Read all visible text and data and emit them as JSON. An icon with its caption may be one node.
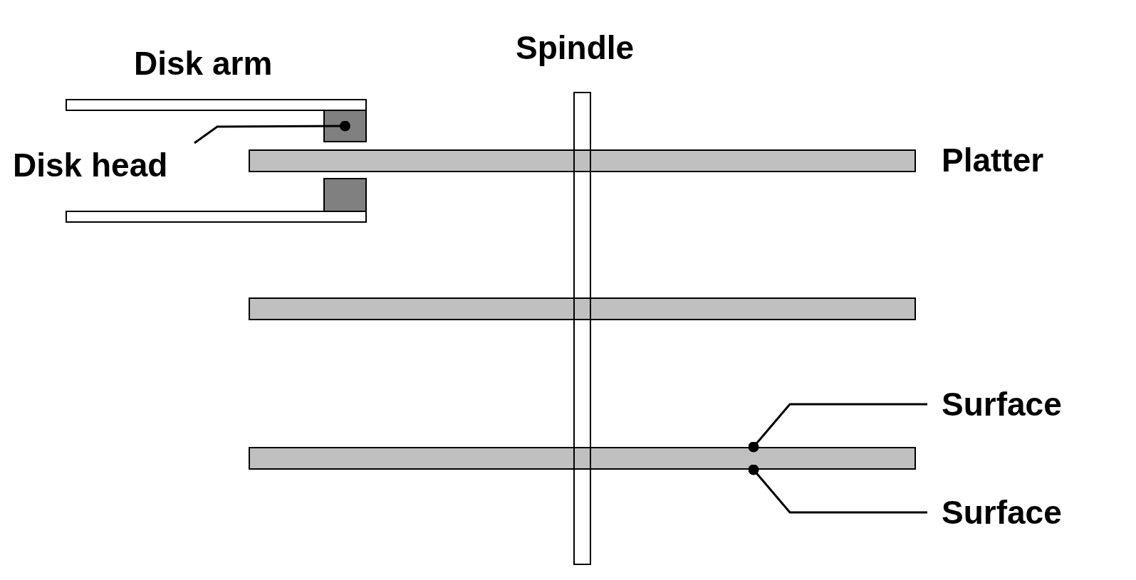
{
  "diagram": {
    "nodes": [
      {
        "text": [],
        "shape": "bar",
        "beside": [
          "Disk arm"
        ]
      },
      {
        "text": [],
        "shape": "box"
      },
      {
        "text": [
          "Disk head"
        ]
      },
      {
        "text": [],
        "shape": "bar",
        "beside": [
          "Platter"
        ]
      },
      {
        "text": [],
        "shape": "box"
      },
      {
        "text": [],
        "shape": "bar"
      },
      {
        "text": [],
        "shape": "bar"
      },
      {
        "text": [
          "Surface"
        ]
      },
      {
        "text": [],
        "shape": "bar"
      },
      {
        "text": [
          "Surface"
        ]
      },
      {
        "text": [],
        "shape": "bar",
        "beside": [
          "Spindle"
        ]
      }
    ],
    "edges": [
      {
        "from": 2,
        "to": 1,
        "arrow": "other"
      },
      {
        "from": 7,
        "to": 8,
        "arrow": "other"
      },
      {
        "from": 9,
        "to": 8,
        "arrow": "other"
      }
    ]
  }
}
